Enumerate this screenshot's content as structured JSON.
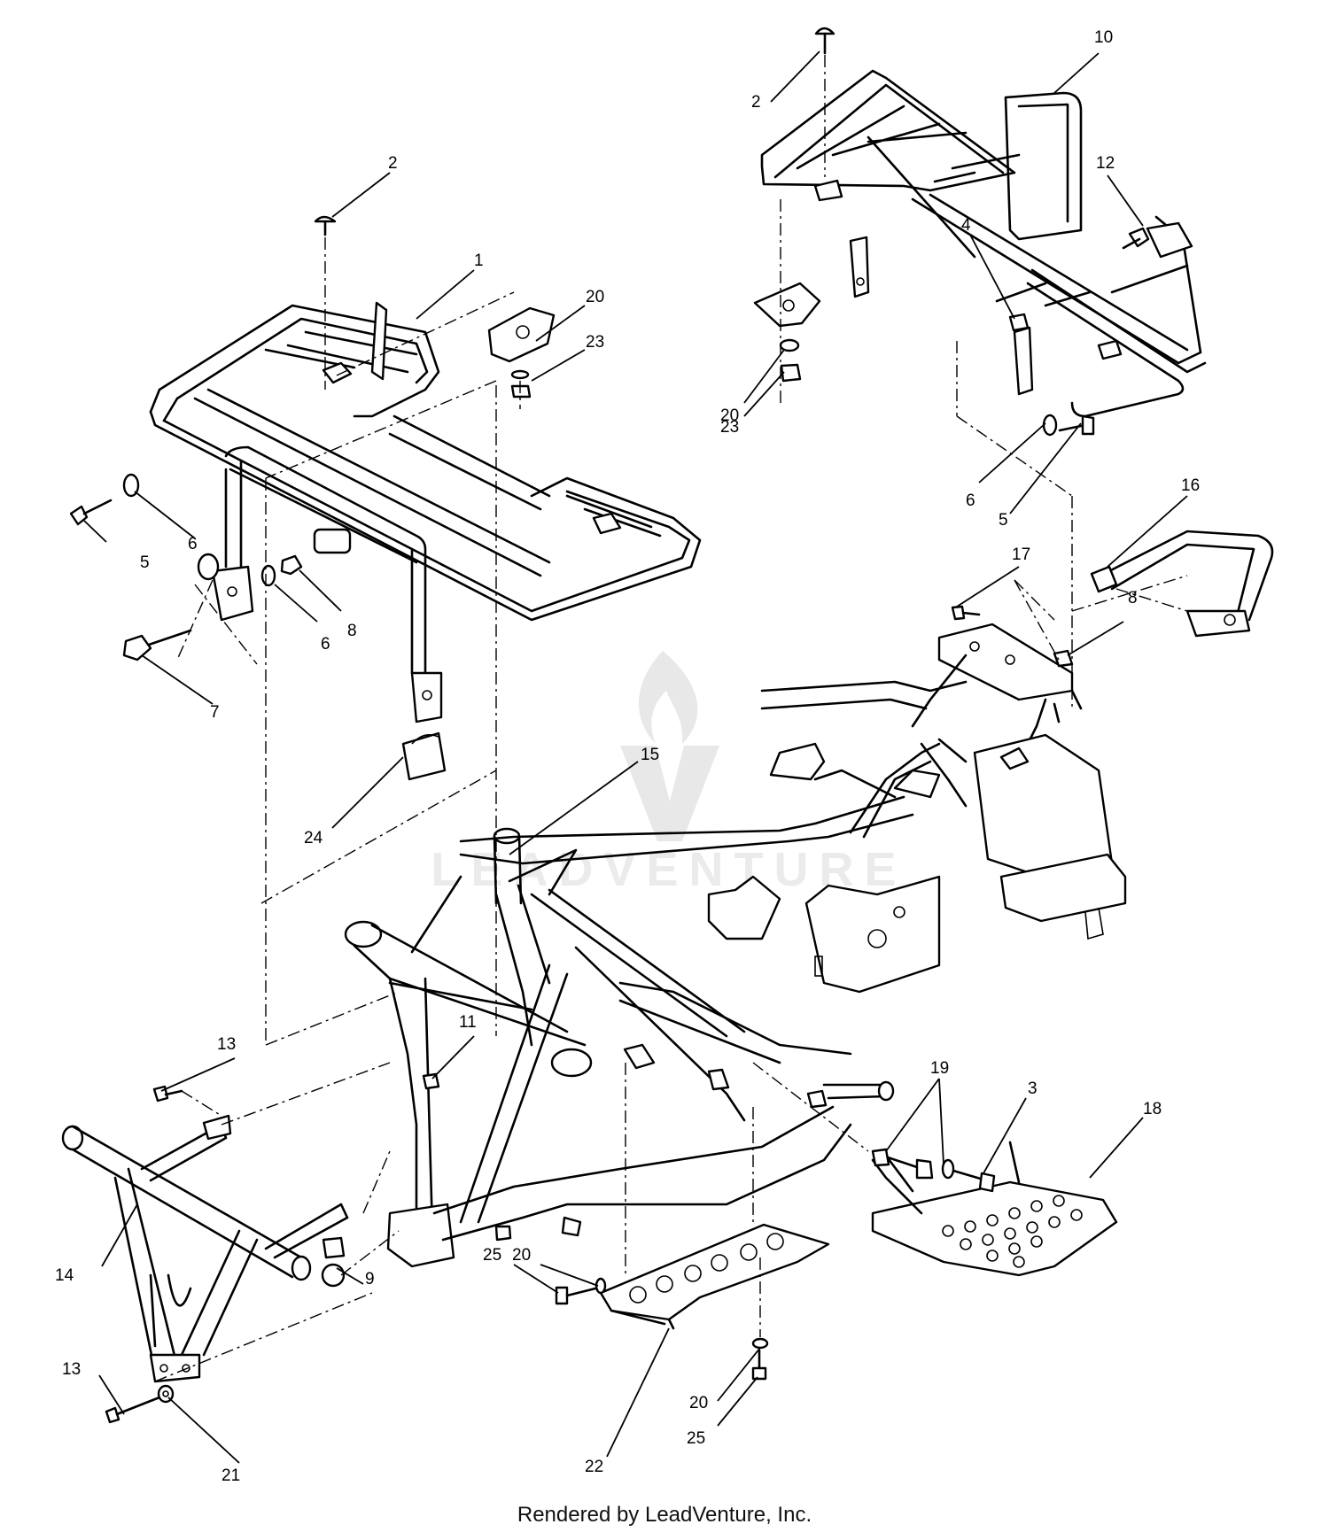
{
  "footer": {
    "text": "Rendered by LeadVenture, Inc."
  },
  "watermark": {
    "text": "LEADVENTURE"
  },
  "callouts": [
    {
      "id": "c1",
      "label": "1"
    },
    {
      "id": "c2a",
      "label": "2"
    },
    {
      "id": "c2b",
      "label": "2"
    },
    {
      "id": "c3",
      "label": "3"
    },
    {
      "id": "c4",
      "label": "4"
    },
    {
      "id": "c5a",
      "label": "5"
    },
    {
      "id": "c5b",
      "label": "5"
    },
    {
      "id": "c6a",
      "label": "6"
    },
    {
      "id": "c6b",
      "label": "6"
    },
    {
      "id": "c6c",
      "label": "6"
    },
    {
      "id": "c7",
      "label": "7"
    },
    {
      "id": "c8a",
      "label": "8"
    },
    {
      "id": "c8b",
      "label": "8"
    },
    {
      "id": "c9",
      "label": "9"
    },
    {
      "id": "c10",
      "label": "10"
    },
    {
      "id": "c11",
      "label": "11"
    },
    {
      "id": "c12",
      "label": "12"
    },
    {
      "id": "c13a",
      "label": "13"
    },
    {
      "id": "c13b",
      "label": "13"
    },
    {
      "id": "c14",
      "label": "14"
    },
    {
      "id": "c15",
      "label": "15"
    },
    {
      "id": "c16",
      "label": "16"
    },
    {
      "id": "c17",
      "label": "17"
    },
    {
      "id": "c18",
      "label": "18"
    },
    {
      "id": "c19",
      "label": "19"
    },
    {
      "id": "c20a",
      "label": "20"
    },
    {
      "id": "c20b",
      "label": "20"
    },
    {
      "id": "c20c",
      "label": "20"
    },
    {
      "id": "c20d",
      "label": "20"
    },
    {
      "id": "c21",
      "label": "21"
    },
    {
      "id": "c22",
      "label": "22"
    },
    {
      "id": "c23a",
      "label": "23"
    },
    {
      "id": "c23b",
      "label": "23"
    },
    {
      "id": "c24",
      "label": "24"
    },
    {
      "id": "c25a",
      "label": "25"
    },
    {
      "id": "c25b",
      "label": "25"
    }
  ]
}
